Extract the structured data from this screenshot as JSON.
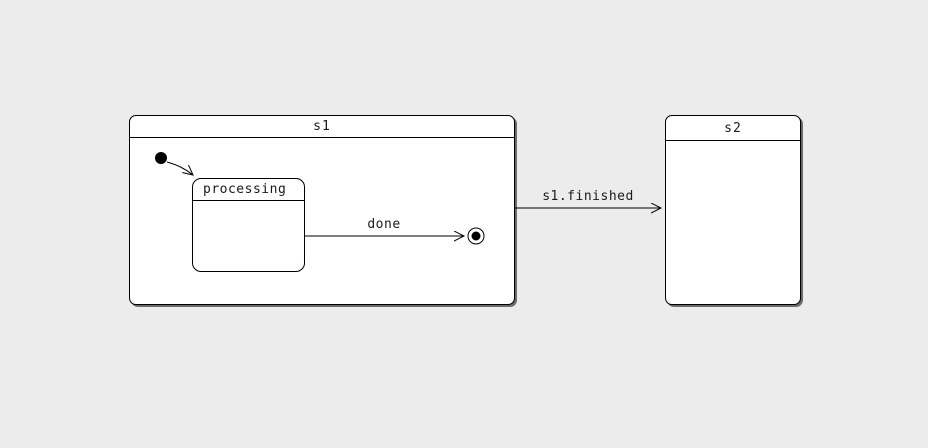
{
  "diagram": {
    "kind": "uml-state-machine",
    "colors": {
      "background": "#ececec",
      "state_fill": "#ffffff",
      "stroke": "#000000"
    },
    "states": {
      "s1": {
        "label": "s1"
      },
      "s2": {
        "label": "s2"
      },
      "processing": {
        "label": "processing"
      }
    },
    "transitions": {
      "done": {
        "label": "done"
      },
      "s1_finished": {
        "label": "s1.finished"
      }
    }
  }
}
